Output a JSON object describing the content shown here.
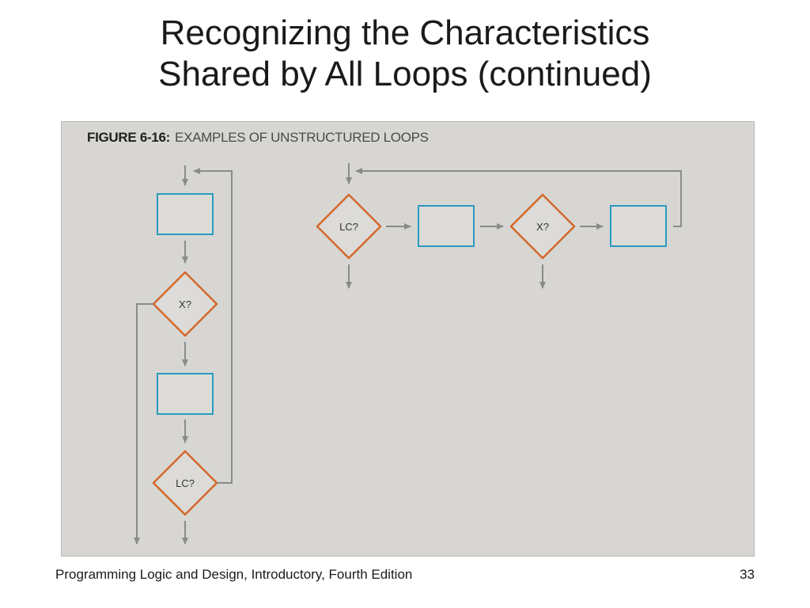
{
  "slide": {
    "title_line1": "Recognizing the Characteristics",
    "title_line2": "Shared by All Loops (continued)"
  },
  "figure": {
    "label": "FIGURE 6-16:",
    "caption": "EXAMPLES OF UNSTRUCTURED LOOPS",
    "left_flow": {
      "decision1": "X?",
      "decision2": "LC?"
    },
    "right_flow": {
      "decision1": "LC?",
      "decision2": "X?"
    }
  },
  "footer": {
    "book": "Programming Logic and Design, Introductory, Fourth Edition",
    "page": "33"
  },
  "colors": {
    "panel": "#d7d6d3",
    "process_border": "#2a9ac0",
    "decision_border": "#d4692a",
    "connector": "#8a8a8a"
  }
}
